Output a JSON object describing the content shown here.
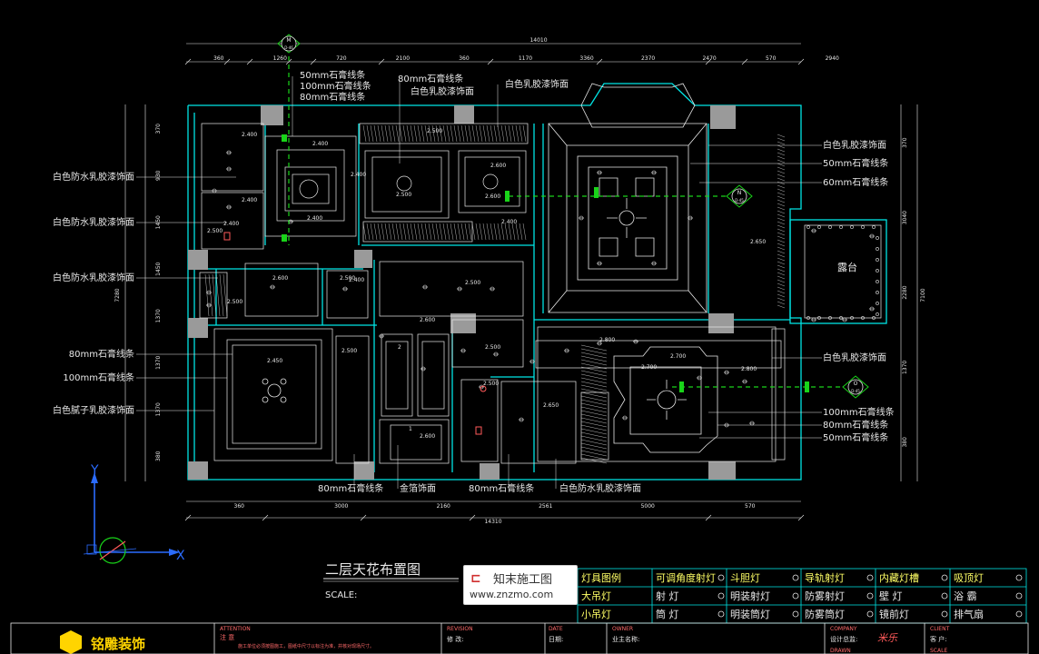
{
  "drawing": {
    "title": "二层天花布置图",
    "scale_label": "SCALE:",
    "total_width_top": "14010",
    "total_width_bottom": "14310",
    "height_left": "7280",
    "height_right": "7100",
    "axis_y": "Y",
    "axis_x": "X"
  },
  "top_dims": [
    "360",
    "1260",
    "720",
    "2100",
    "360",
    "1170",
    "3360",
    "2370",
    "2470",
    "570",
    "2940"
  ],
  "bottom_dims": [
    "360",
    "3000",
    "2160",
    "2561",
    "5000",
    "570"
  ],
  "left_dims": [
    "370",
    "930",
    "1450",
    "1450",
    "1370",
    "1370",
    "1370",
    "380"
  ],
  "right_dims": [
    "370",
    "3040",
    "2280",
    "1370",
    "380"
  ],
  "annotations_left": [
    "白色防水乳胶漆饰面",
    "白色防水乳胶漆饰面",
    "白色防水乳胶漆饰面",
    "80mm石膏线条",
    "100mm石膏线条",
    "白色腻子乳胶漆饰面"
  ],
  "annotations_top": [
    "50mm石膏线条",
    "100mm石膏线条",
    "80mm石膏线条",
    "80mm石膏线条",
    "白色乳胶漆饰面",
    "白色乳胶漆饰面"
  ],
  "annotations_right": [
    "白色乳胶漆饰面",
    "50mm石膏线条",
    "60mm石膏线条",
    "白色乳胶漆饰面",
    "100mm石膏线条",
    "80mm石膏线条",
    "50mm石膏线条"
  ],
  "annotations_bottom": [
    "80mm石膏线条",
    "金箔饰面",
    "80mm石膏线条",
    "白色防水乳胶漆饰面"
  ],
  "room_labels": {
    "terrace": "露台",
    "mark_a": "2",
    "mark_b": "1"
  },
  "ceiling_heights": [
    "2.400",
    "2.400",
    "2.400",
    "2.400",
    "2.400",
    "2.400",
    "2.500",
    "2.500",
    "2.600",
    "2.400",
    "2.500",
    "2.400",
    "2.600",
    "2.800",
    "2.700",
    "2.700",
    "2.800",
    "2.500",
    "2.450",
    "2.600",
    "2.500",
    "2.600",
    "2.650",
    "2.500",
    "2.650",
    "2.500",
    "2.600",
    "2.500",
    "2.500"
  ],
  "section_marks": {
    "top": "M",
    "top_sub": "D-46",
    "right_a": "N",
    "right_a_sub": "D-45",
    "right_b": "O",
    "right_b_sub": "D-45"
  },
  "legend": {
    "header": "灯具图例",
    "items": [
      [
        "可调角度射灯",
        "斗胆灯",
        "导轨射灯",
        "内藏灯槽",
        "吸顶灯"
      ],
      [
        "射      灯",
        "明装射灯",
        "防雾射灯",
        "壁      灯",
        "浴      霸"
      ],
      [
        "筒      灯",
        "明装筒灯",
        "防雾筒灯",
        "镜前灯",
        "排气扇"
      ]
    ],
    "left_labels": [
      "大吊灯",
      "小吊灯"
    ]
  },
  "title_block": {
    "company": "铭雕装饰",
    "attention": "ATTENTION",
    "notes_cn": "注    意",
    "note_line": "施工单位必须按图施工，图纸中尺寸以标注为准，并核对现场尺寸。",
    "revision": "REVISION",
    "revision_cn": "修  改:",
    "date": "DATE",
    "date_cn": "日期:",
    "owner": "OWNER",
    "owner_cn": "业主名称:",
    "company_en": "COMPANY",
    "designer_cn": "设计总监:",
    "designer_sig": "米乐",
    "client": "CLIENT",
    "client_cn": "客  户:",
    "drawn": "DRAWN",
    "scale2": "SCALE"
  },
  "watermark": {
    "name": "知末施工图",
    "url": "www.znzmo.com"
  },
  "colors": {
    "bg": "#000000",
    "wall": "#00e5e5",
    "line": "#e8e8e8",
    "green": "#19d419",
    "yellow": "#ffff66",
    "red": "#ff5a5a",
    "white": "#ffffff"
  }
}
